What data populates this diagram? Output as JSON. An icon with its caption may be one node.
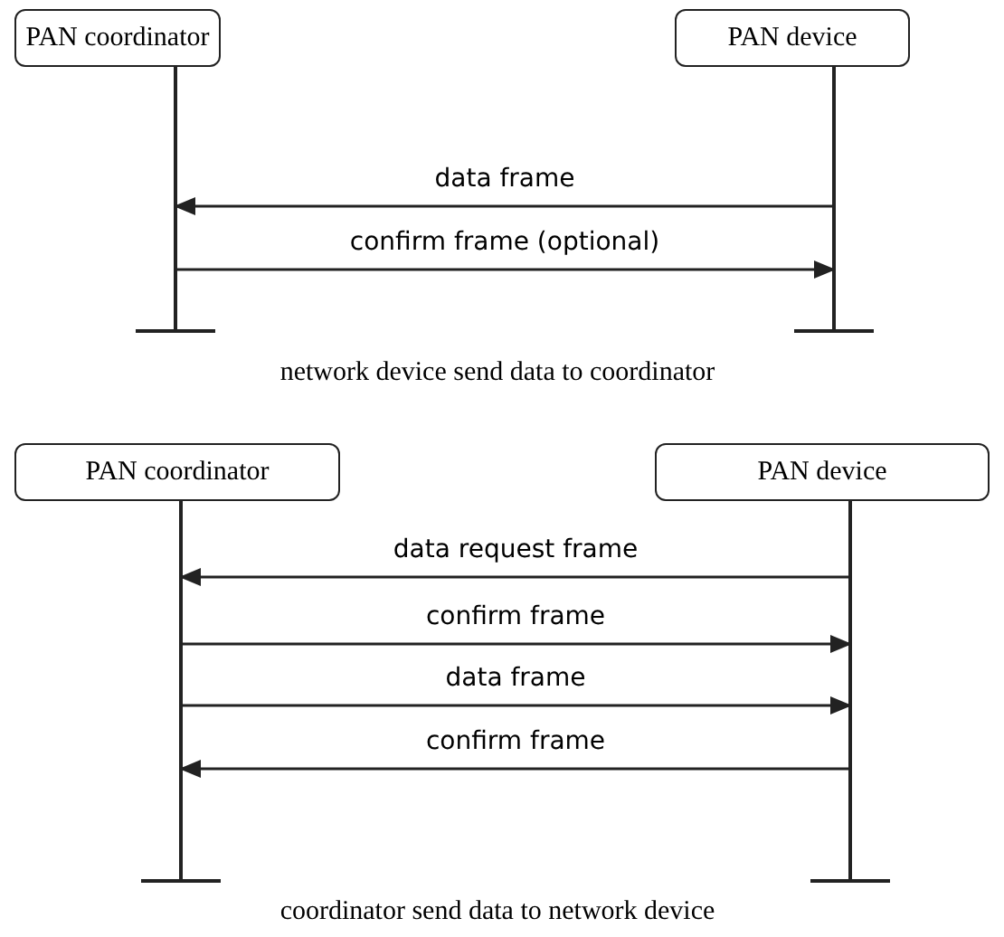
{
  "diagram": {
    "nodes": [
      {
        "text": [
          "PAN coordinator"
        ]
      },
      {
        "text": [
          "PAN device"
        ]
      },
      {
        "text": [
          "PAN coordinator"
        ]
      },
      {
        "text": [
          "PAN device"
        ]
      }
    ],
    "edges": [
      {
        "from": 1,
        "to": 0,
        "arrow": "to",
        "label": "data frame"
      },
      {
        "from": 0,
        "to": 1,
        "arrow": "to",
        "label": "confirm frame (optional)"
      },
      {
        "from": 3,
        "to": 2,
        "arrow": "to",
        "label": "data request frame"
      },
      {
        "from": 2,
        "to": 3,
        "arrow": "to",
        "label": "confirm frame"
      },
      {
        "from": 2,
        "to": 3,
        "arrow": "to",
        "label": "data frame"
      },
      {
        "from": 3,
        "to": 2,
        "arrow": "to",
        "label": "confirm frame"
      }
    ],
    "labels": [
      "network device send data to coordinator",
      "coordinator send data to network device"
    ]
  }
}
